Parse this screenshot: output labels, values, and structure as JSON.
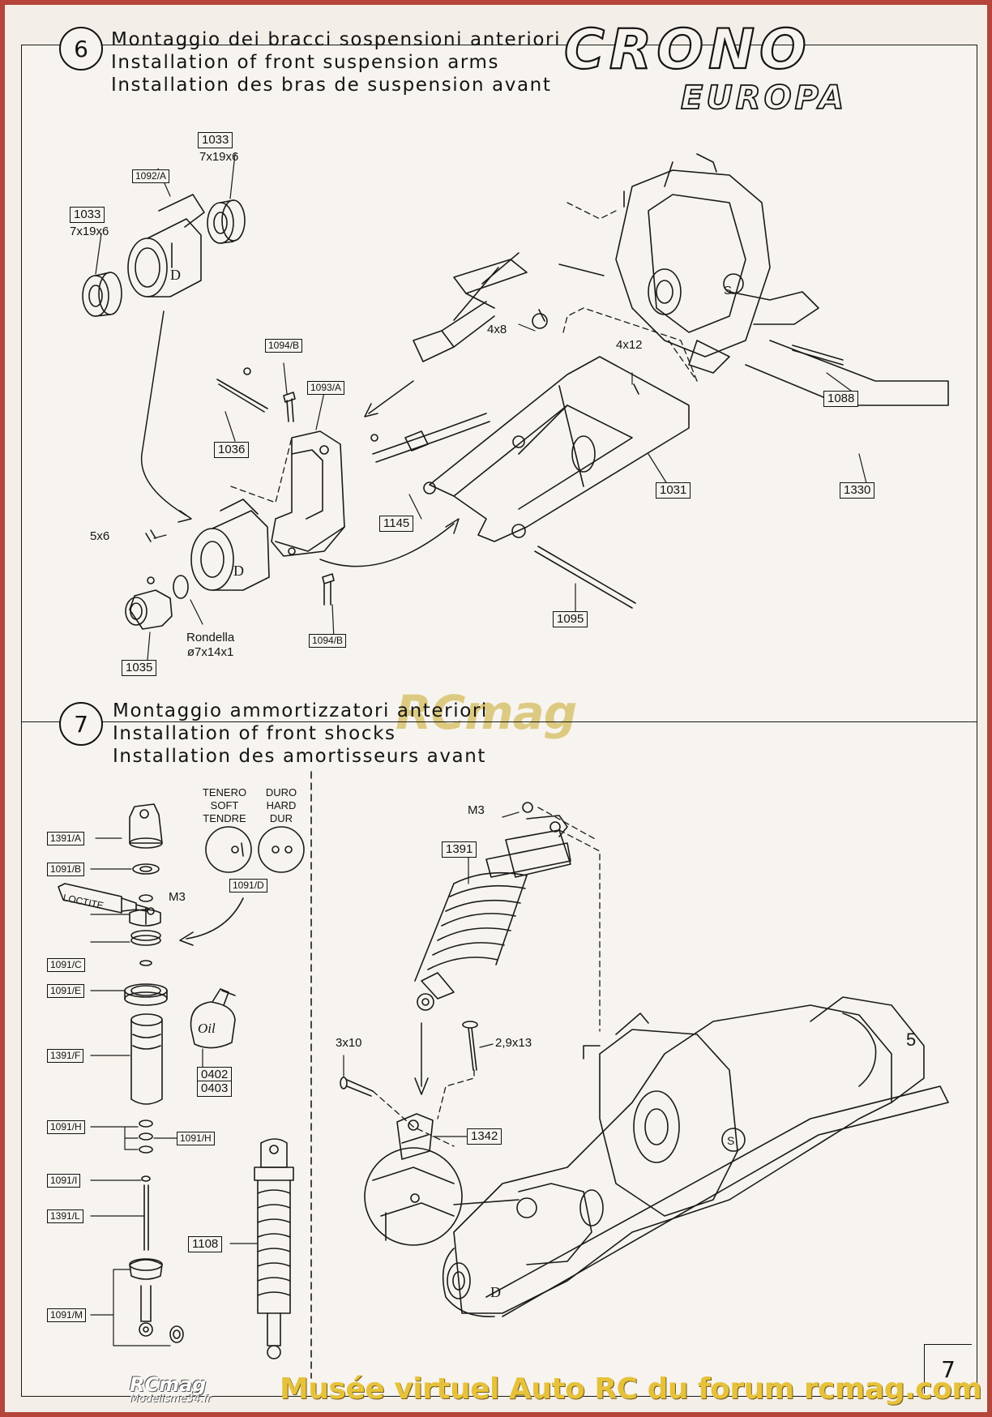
{
  "brand": {
    "logo_top": "CRONO",
    "logo_bottom": "EUROPA"
  },
  "step6": {
    "number": "6",
    "title_it": "Montaggio dei bracci sospensioni anteriori",
    "title_en": "Installation of front suspension arms",
    "title_fr": "Installation des bras de suspension avant",
    "parts": {
      "p1033_top": "1033",
      "p1033_top_size": "7x19x6",
      "p1092": "1092/A",
      "p1033_left": "1033",
      "p1033_left_size": "7x19x6",
      "p1094_top": "1094/B",
      "p1093": "1093/A",
      "p1036": "1036",
      "screw_4x8": "4x8",
      "screw_4x12": "4x12",
      "p1088": "1088",
      "p1031": "1031",
      "p1330": "1330",
      "p1145": "1145",
      "screw_5x6": "5x6",
      "p1095": "1095",
      "washer_label": "Rondella",
      "washer_size": "ø7x14x1",
      "p1094_bottom": "1094/B",
      "p1035": "1035"
    }
  },
  "step7": {
    "number": "7",
    "title_it": "Montaggio ammortizzatori anteriori",
    "title_en": "Installation of front shocks",
    "title_fr": "Installation des amortisseurs avant",
    "soft": {
      "it": "TENERO",
      "en": "SOFT",
      "fr": "TENDRE"
    },
    "hard": {
      "it": "DURO",
      "en": "HARD",
      "fr": "DUR"
    },
    "parts": {
      "p1391a": "1391/A",
      "p1091b": "1091/B",
      "p1091d": "1091/D",
      "loctite": "LOCTITE",
      "m3_left": "M3",
      "p1091c": "1091/C",
      "p1091e": "1091/E",
      "p1391f": "1391/F",
      "oil": "Oil",
      "p0402": "0402",
      "p0403": "0403",
      "p1091h_left": "1091/H",
      "p1091h_right": "1091/H",
      "p1091i": "1091/I",
      "p1391l": "1391/L",
      "p1108": "1108",
      "p1091m": "1091/M",
      "m3_right": "M3",
      "p1391": "1391",
      "screw_3x10": "3x10",
      "screw_29x13": "2,9x13",
      "p1342": "1342"
    }
  },
  "page_number": "7",
  "watermark": "RCmag",
  "footer": {
    "logo": "RCmag",
    "logo_sub": "Modelisme34.fr",
    "text": "Musée virtuel Auto RC du forum rcmag.com"
  }
}
